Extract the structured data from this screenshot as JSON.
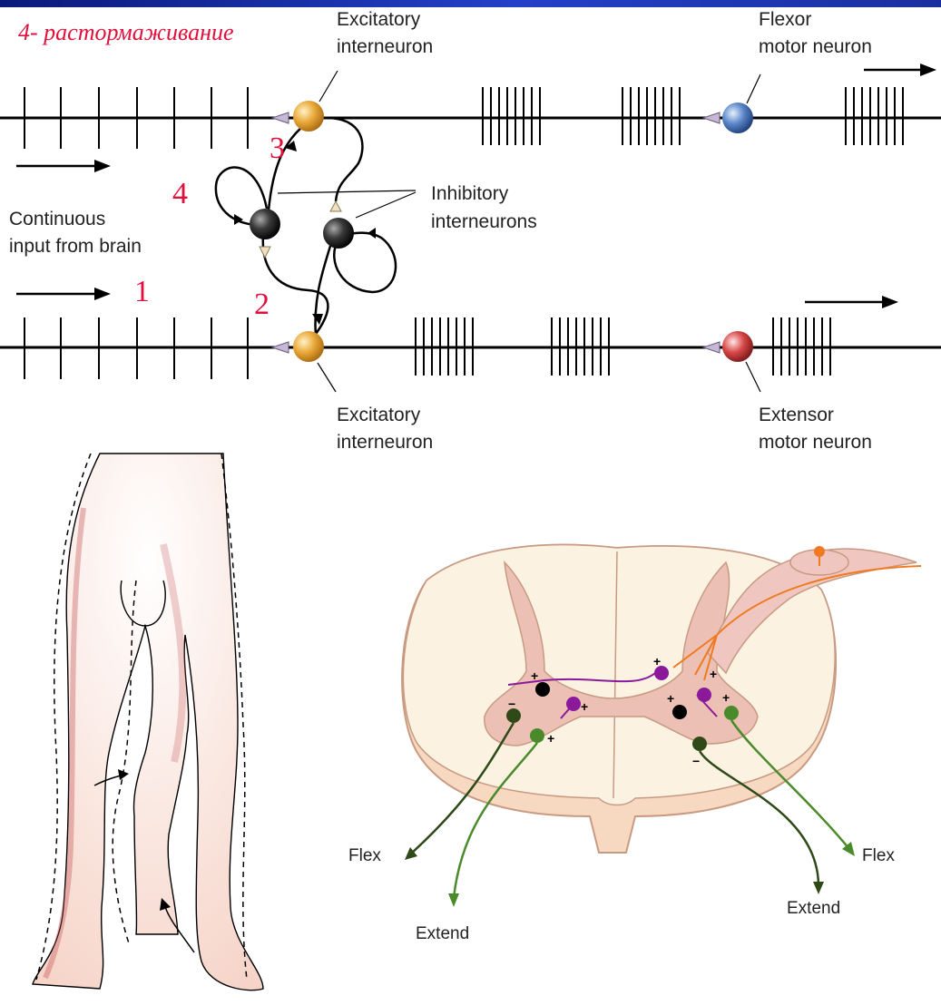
{
  "title": "4- растормаживание",
  "labels": {
    "excitatory_top": [
      "Excitatory",
      "interneuron"
    ],
    "flexor_motor": [
      "Flexor",
      "motor neuron"
    ],
    "inhibitory": [
      "Inhibitory",
      "interneurons"
    ],
    "continuous_input": [
      "Continuous",
      "input from brain"
    ],
    "excitatory_bottom": [
      "Excitatory",
      "interneuron"
    ],
    "extensor_motor": [
      "Extensor",
      "motor neuron"
    ]
  },
  "markers": {
    "m1": "1",
    "m2": "2",
    "m3": "3",
    "m4": "4"
  },
  "cord_labels": {
    "flex_left": "Flex",
    "extend_left": "Extend",
    "flex_right": "Flex",
    "extend_right": "Extend"
  },
  "colors": {
    "title_red": "#e0103c",
    "marker_red": "#e0103c",
    "excitatory": "#e9a93a",
    "flexor": "#5a86c8",
    "extensor": "#d84848",
    "inhibitory": "#2a2a2a",
    "green": "#4a8a2a",
    "purple": "#8a1a9a",
    "orange": "#f07a20"
  }
}
